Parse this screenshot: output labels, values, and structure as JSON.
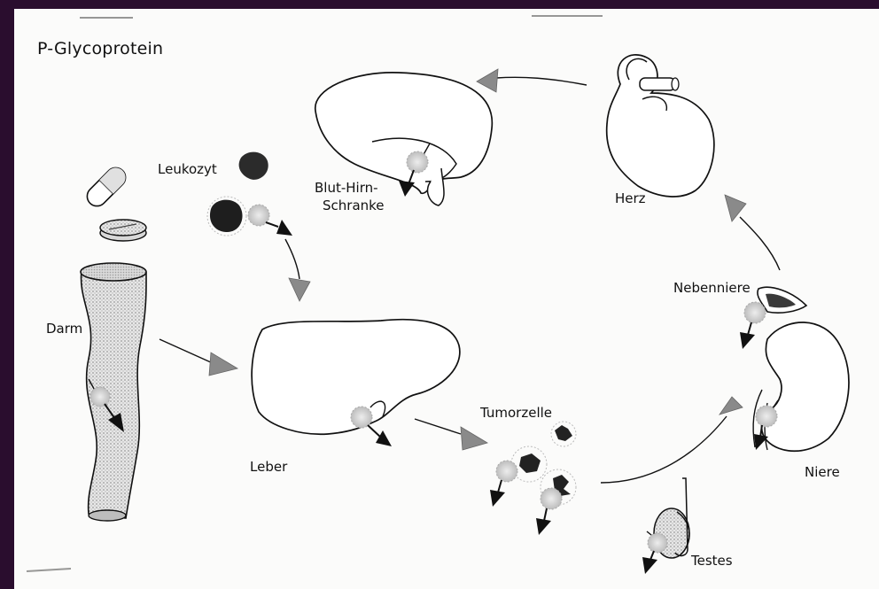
{
  "diagram": {
    "title": "P-Glycoprotein",
    "labels": {
      "leukozyt": "Leukozyt",
      "blut_hirn_line1": "Blut-Hirn-",
      "blut_hirn_line2": "Schranke",
      "herz": "Herz",
      "darm": "Darm",
      "nebenniere": "Nebenniere",
      "leber": "Leber",
      "tumorzelle": "Tumorzelle",
      "niere": "Niere",
      "testes": "Testes"
    }
  },
  "colors": {
    "frame": "#2a0d2e",
    "paper": "#fbfbfa",
    "ink": "#111111",
    "pgp_gray": "#cfcfcf",
    "arrow_gray": "#8a8a8a"
  }
}
